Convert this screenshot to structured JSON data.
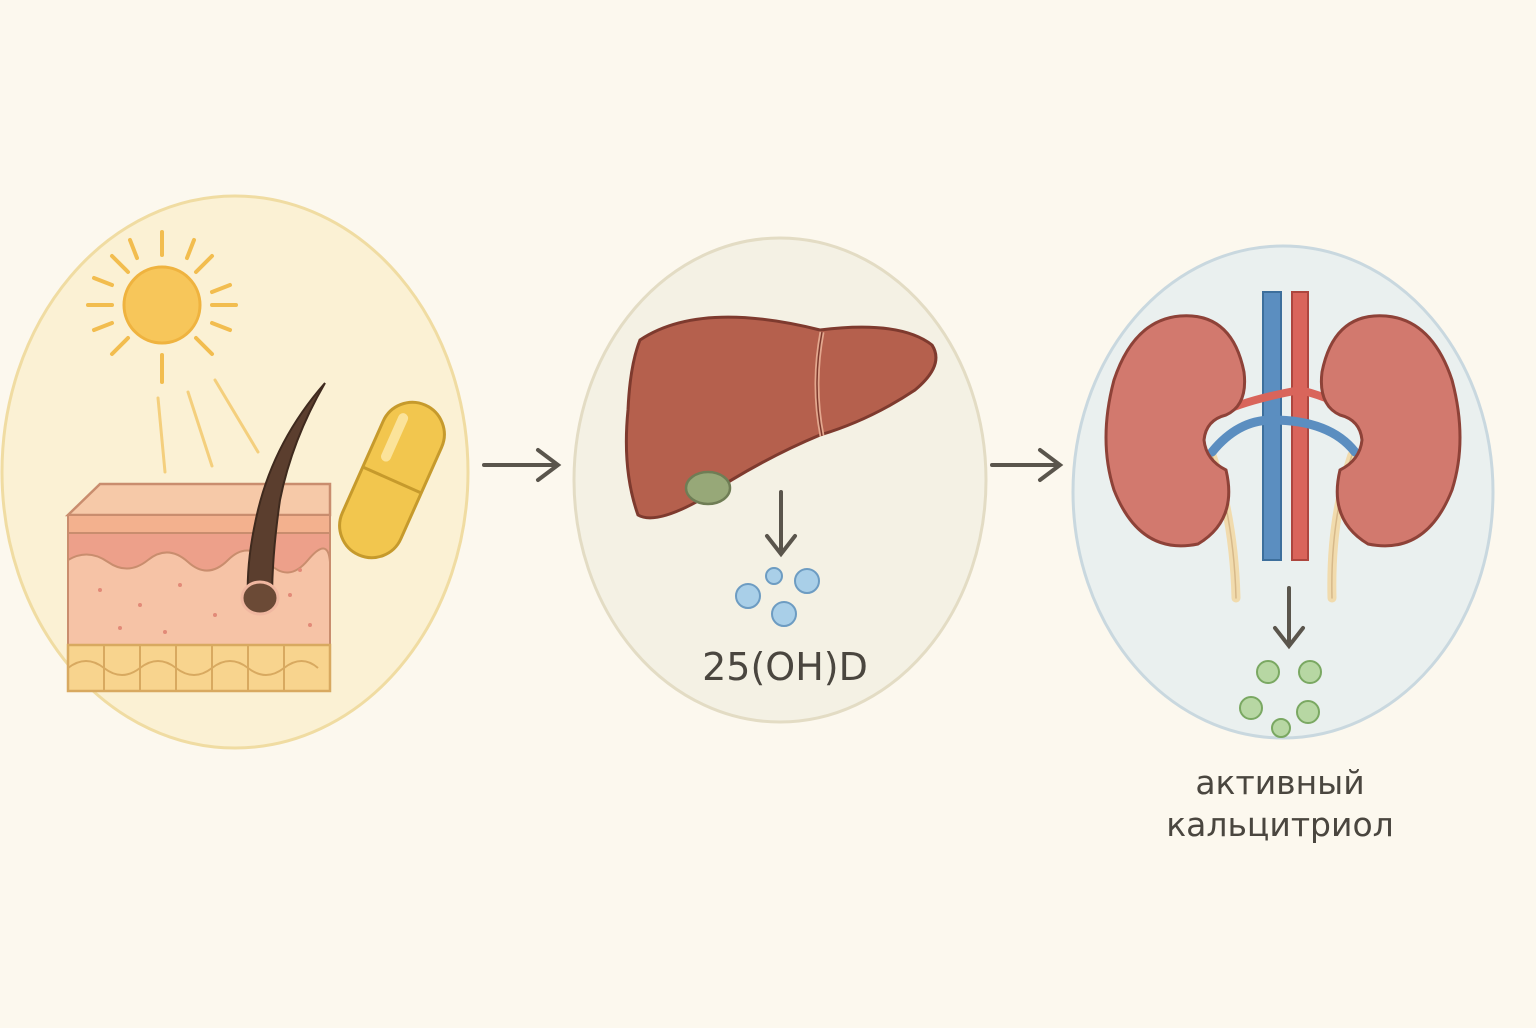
{
  "stages": [
    {
      "id": "skin",
      "label": ""
    },
    {
      "id": "liver",
      "label": "25(OH)D"
    },
    {
      "id": "kidney",
      "label_lines": [
        "активный",
        "кальцитриол"
      ]
    }
  ],
  "colors": {
    "background": "#fcf8ee",
    "skin_panel": "#fbf1d4",
    "liver_panel": "#f4f1e4",
    "kidney_panel": "#eaf0ef",
    "sun": "#f7c65a",
    "capsule": "#f2c64e",
    "liver": "#b5604d",
    "kidney": "#d2796e",
    "vein": "#5b8ec0",
    "artery": "#d9655b",
    "molecule_blue": "#a9cfe8",
    "molecule_green": "#b7d7a3",
    "arrow": "#5a554c"
  },
  "icons": [
    "sun-icon",
    "capsule-icon",
    "skin-section-icon",
    "hair-follicle-icon",
    "liver-icon",
    "gallbladder-icon",
    "kidney-left-icon",
    "kidney-right-icon",
    "vein-icon",
    "artery-icon"
  ]
}
